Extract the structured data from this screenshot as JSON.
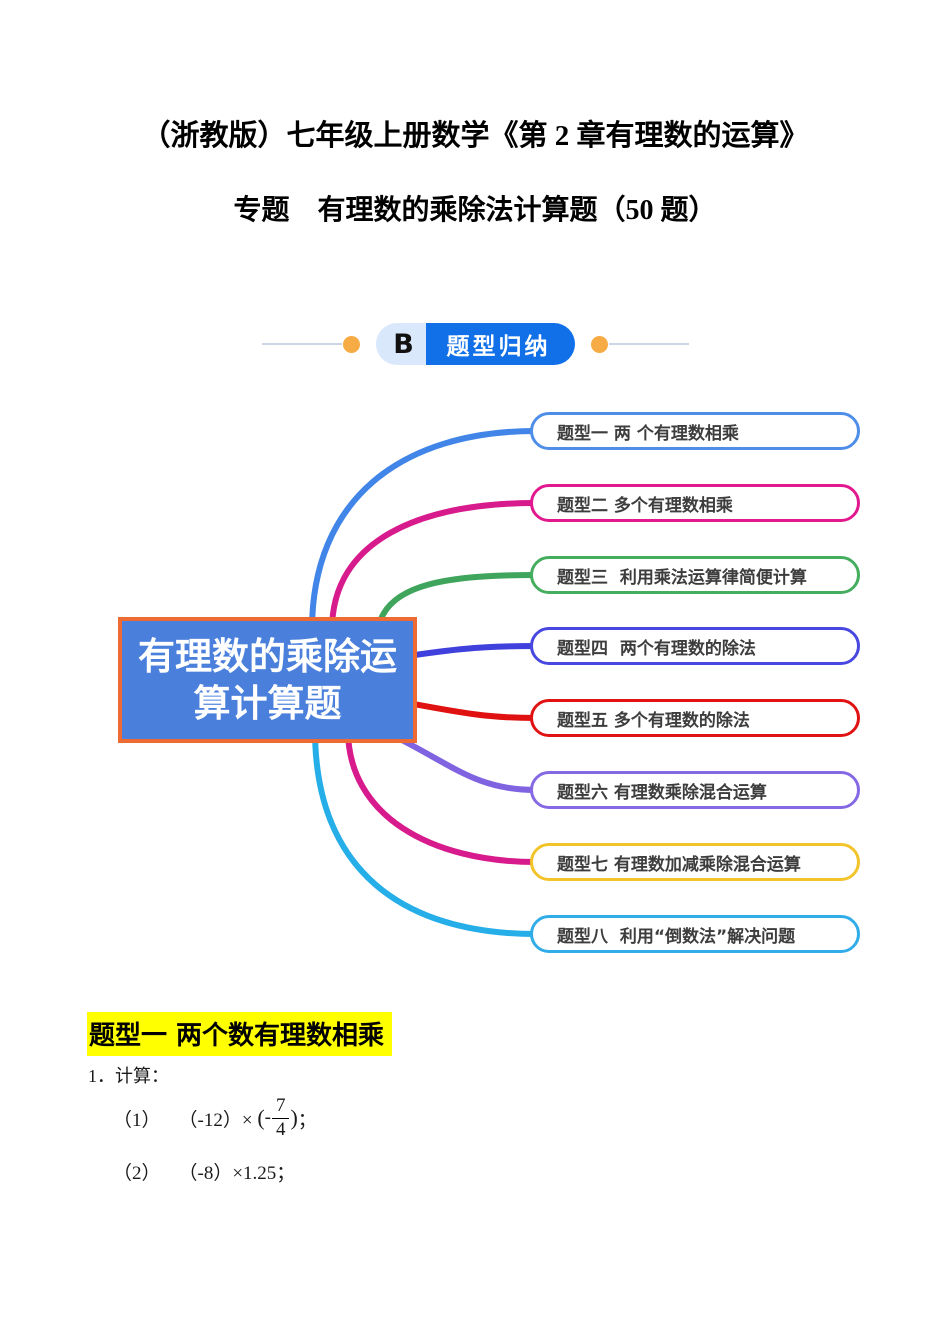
{
  "header": {
    "title": "（浙教版）七年级上册数学《第 2 章有理数的运算》",
    "subtitle": "专题　有理数的乘除法计算题（50 题）"
  },
  "banner": {
    "letter": "B",
    "label": "题型归纳",
    "label_bg": "#1170e8",
    "letter_bg": "#d9e8fa",
    "dot_color": "#f6ab44",
    "line_color": "#ccd4e6"
  },
  "mindmap": {
    "center": {
      "line1": "有理数的乘除运",
      "line2": "算计算题",
      "fill": "#4a80dc",
      "border": "#ed6a35"
    },
    "branches": [
      {
        "label": "题型一 两 个有理数相乘",
        "color": "#4e8ee8",
        "line_color": "#4285e8"
      },
      {
        "label": "题型二 多个有理数相乘",
        "color": "#e2188e",
        "line_color": "#d81b8c"
      },
      {
        "label": "题型三  利用乘法运算律简便计算",
        "color": "#44ad5e",
        "line_color": "#3fa55c"
      },
      {
        "label": "题型四  两个有理数的除法",
        "color": "#4848e0",
        "line_color": "#4040dd"
      },
      {
        "label": "题型五 多个有理数的除法",
        "color": "#e01212",
        "line_color": "#df1111"
      },
      {
        "label": "题型六 有理数乘除混合运算",
        "color": "#8468e4",
        "line_color": "#7f63e0"
      },
      {
        "label": "题型七 有理数加减乘除混合运算",
        "color": "#f2c429",
        "line_color": "#d81b8c"
      },
      {
        "label": "题型八  利用“倒数法”解决问题",
        "color": "#30ade8",
        "line_color": "#25aee8"
      }
    ]
  },
  "section": {
    "heading": "题型一 两个数有理数相乘",
    "highlight": "#ffff00",
    "intro": "1．计算：",
    "q1": {
      "index": "（1）",
      "factor": "（-12）× ",
      "open_paren": "(",
      "minus": "-",
      "numerator": "7",
      "denominator": "4",
      "close_paren": ")",
      "terminator": "；"
    },
    "q2": {
      "index": "（2）",
      "expression": "（-8）×1.25；"
    }
  }
}
